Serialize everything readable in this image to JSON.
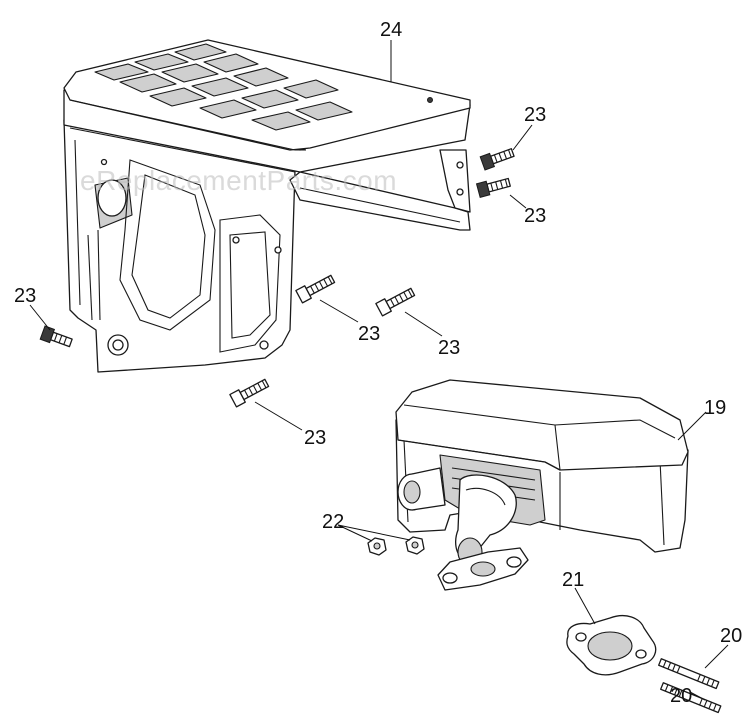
{
  "watermark": "eReplacementParts.com",
  "callouts": {
    "c24": "24",
    "c23_top_a": "23",
    "c23_top_b": "23",
    "c23_left": "23",
    "c23_mid_a": "23",
    "c23_mid_b": "23",
    "c23_low": "23",
    "c19": "19",
    "c22": "22",
    "c21": "21",
    "c20_a": "20",
    "c20_b": "20"
  },
  "icons": {
    "bolt": "hex-flange-bolt-icon",
    "nut": "nut-icon",
    "stud": "threaded-stud-icon"
  }
}
